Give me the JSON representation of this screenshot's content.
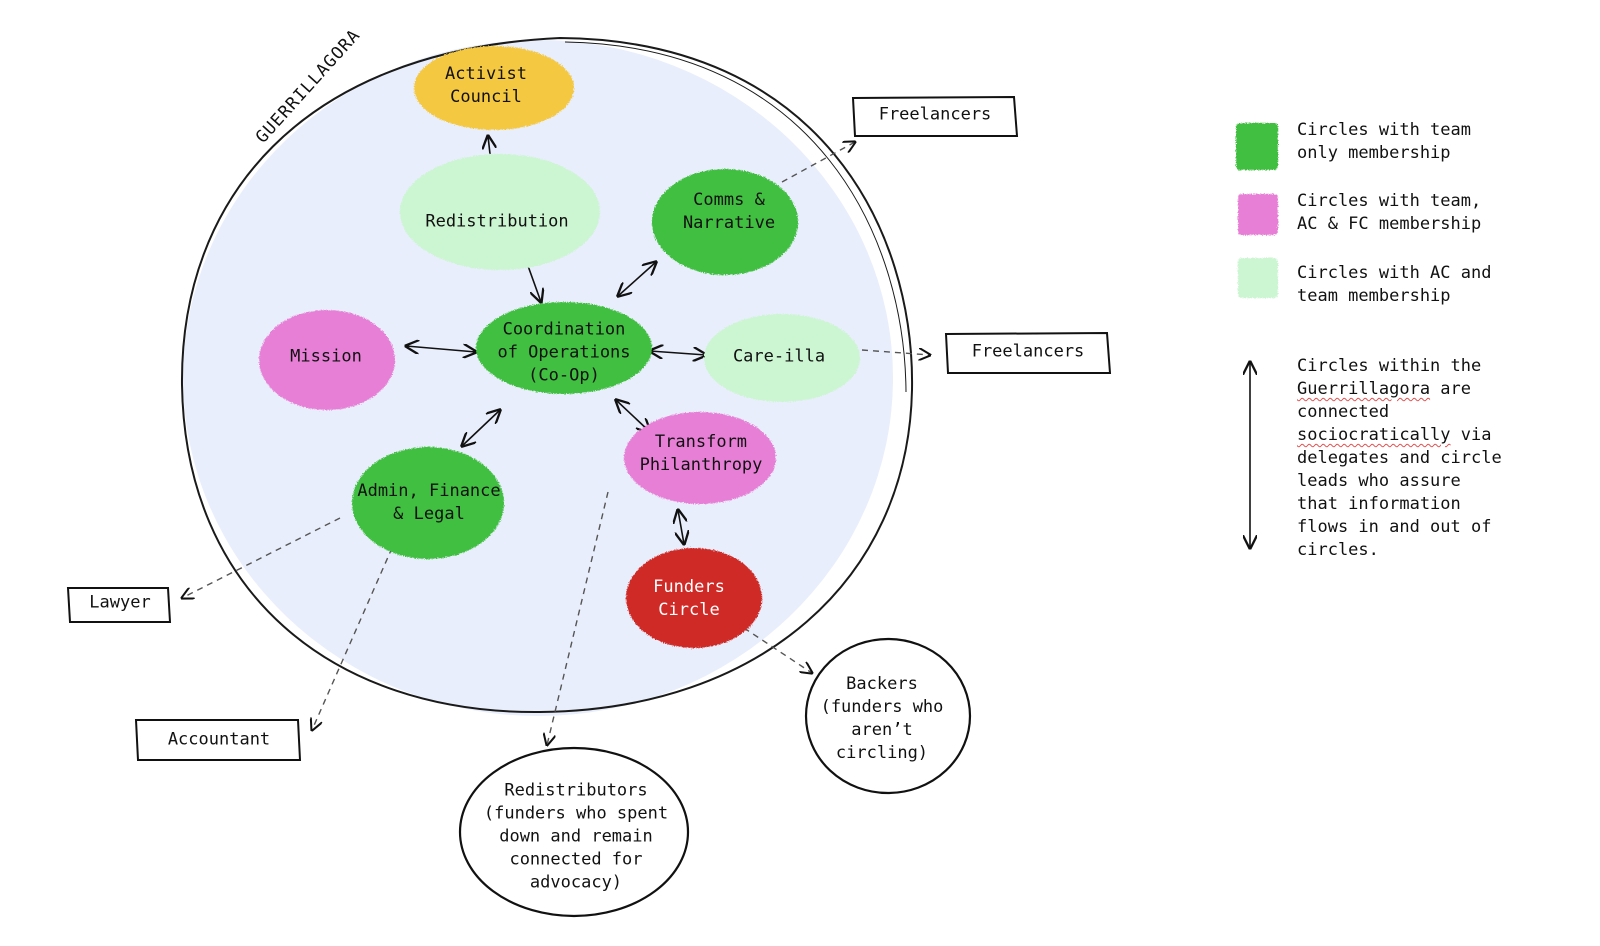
{
  "boundary": {
    "label": "GUERRILLAGORA"
  },
  "colors": {
    "team_only": "#3fbf3f",
    "team_ac_fc": "#e77fd6",
    "ac_team": "#ccf5d2",
    "activist_council": "#f5c842",
    "funders_circle": "#cf2a27",
    "boundary_fill": "#e8eefb"
  },
  "circles": {
    "activist_council": "Activist\nCouncil",
    "redistribution": "Redistribution",
    "comms": "Comms &\nNarrative",
    "mission": "Mission",
    "coop": "Coordination\nof Operations\n(Co-Op)",
    "care": "Care-illa",
    "admin": "Admin, Finance\n& Legal",
    "transform": "Transform\nPhilanthropy",
    "funders": "Funders\nCircle"
  },
  "external": {
    "freelancers_top": "Freelancers",
    "freelancers_right": "Freelancers",
    "lawyer": "Lawyer",
    "accountant": "Accountant",
    "backers": "Backers\n(funders who\naren’t\ncircling)",
    "redistributors": "Redistributors\n(funders who spent\ndown and remain\nconnected for\nadvocacy)"
  },
  "legend": {
    "team_only": "Circles with team\nonly membership",
    "team_ac_fc": "Circles with team,\nAC & FC membership",
    "ac_team": "Circles with AC and\nteam membership",
    "arrow_line1": "Circles within the",
    "arrow_word": "Guerrillagora",
    "arrow_line2_rest": " are",
    "arrow_line3": "connected",
    "arrow_word2": "sociocratically",
    "arrow_line4_rest": " via",
    "arrow_rest": "delegates and circle\nleads who assure\nthat information\nflows in and out of\ncircles."
  }
}
